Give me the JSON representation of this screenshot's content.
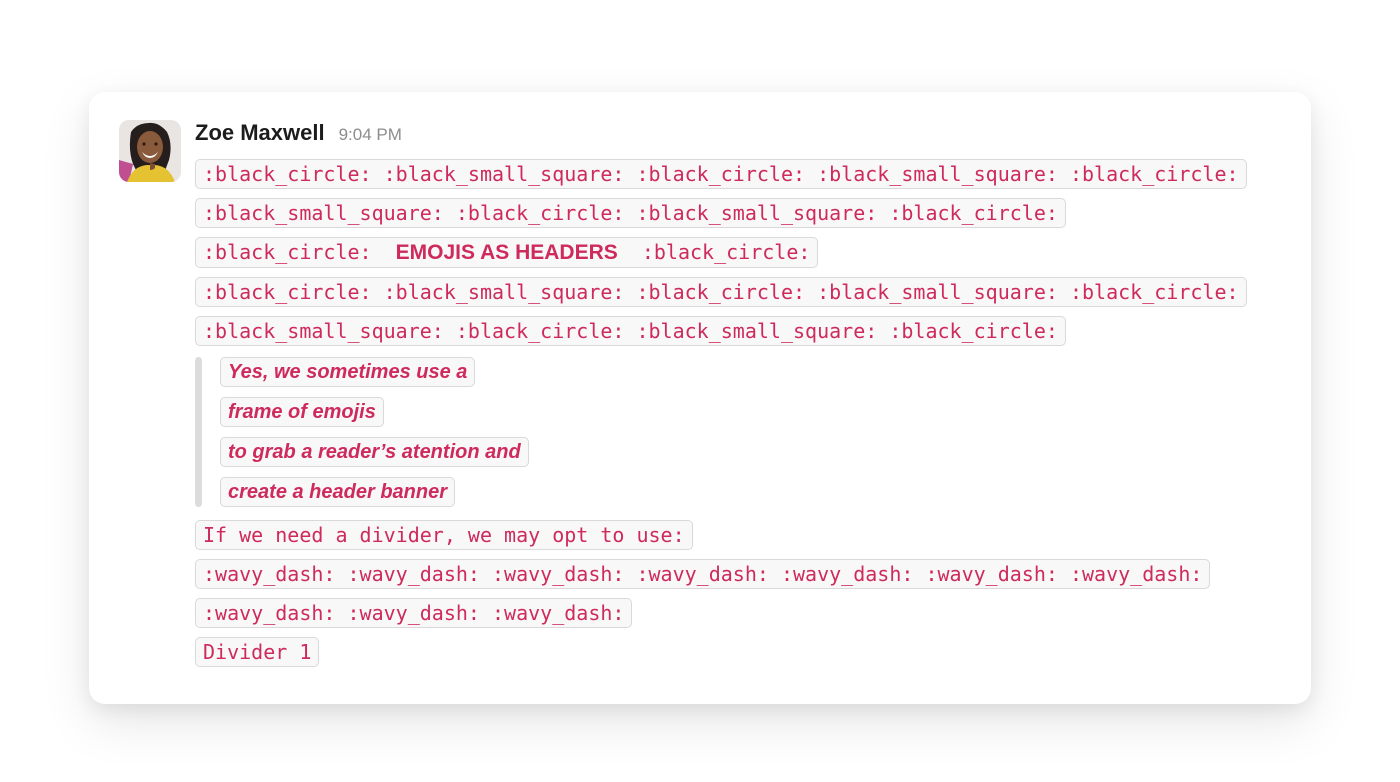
{
  "colors": {
    "accent": "#ce2a5b",
    "chip_background": "#f8f8f8",
    "chip_border": "#d9d9d9",
    "quote_bar": "#dcdcdc",
    "author_name": "#1d1c1d",
    "timestamp": "#8d8d8d"
  },
  "message": {
    "author": "Zoe Maxwell",
    "timestamp": "9:04 PM",
    "avatar": "zoe-maxwell-photo",
    "blocks": [
      {
        "type": "code",
        "text": ":black_circle: :black_small_square: :black_circle: :black_small_square: :black_circle:"
      },
      {
        "type": "code",
        "text": ":black_small_square: :black_circle: :black_small_square: :black_circle:"
      },
      {
        "type": "code_with_bold",
        "pre": ":black_circle:  ",
        "bold": "EMOJIS AS HEADERS",
        "post": "  :black_circle:"
      },
      {
        "type": "code",
        "text": ":black_circle: :black_small_square: :black_circle: :black_small_square: :black_circle:"
      },
      {
        "type": "code",
        "text": ":black_small_square: :black_circle: :black_small_square: :black_circle:"
      },
      {
        "type": "quote",
        "lines": [
          "Yes, we sometimes use a",
          "frame of emojis",
          "to grab a reader’s atention and",
          "create a header banner"
        ]
      },
      {
        "type": "code",
        "text": "If we need a divider, we may opt to use:"
      },
      {
        "type": "code",
        "text": ":wavy_dash: :wavy_dash: :wavy_dash: :wavy_dash: :wavy_dash: :wavy_dash: :wavy_dash:"
      },
      {
        "type": "code",
        "text": ":wavy_dash: :wavy_dash: :wavy_dash:"
      },
      {
        "type": "code",
        "text": "Divider 1"
      }
    ]
  }
}
